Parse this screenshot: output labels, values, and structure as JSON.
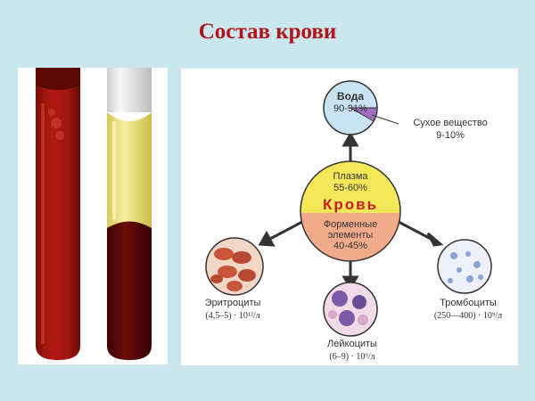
{
  "title": "Состав крови",
  "center": {
    "word": "Кровь",
    "plasma_label": "Плазма",
    "plasma_pct": "55-60%",
    "formed_line1": "Форменные",
    "formed_line2": "элементы",
    "formed_pct": "40-45%"
  },
  "water": {
    "label": "Вода",
    "pct": "90-91%",
    "dry_label": "Сухое вещество",
    "dry_pct": "9-10%"
  },
  "cells": {
    "erythrocytes": {
      "name": "Эритроциты",
      "count": "(4,5–5) · 10¹²/л"
    },
    "leukocytes": {
      "name": "Лейкоциты",
      "count": "(6–9) · 10⁹/л"
    },
    "thrombocytes": {
      "name": "Тромбоциты",
      "count": "(250—400) · 10⁹/л"
    }
  },
  "colors": {
    "title": "#b0141a",
    "plasma": "#f4e85a",
    "formed": "#f2ab8a",
    "blood_word": "#c81c1c",
    "water": "#c8e4f3",
    "dry": "#a070c0"
  }
}
